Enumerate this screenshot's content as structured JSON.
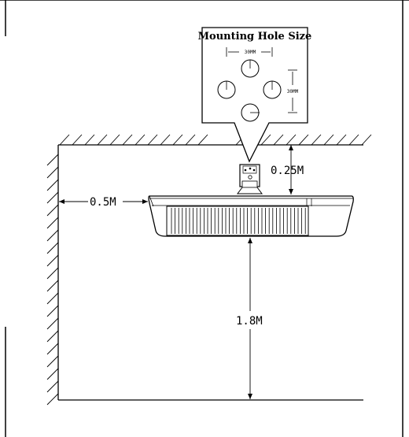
{
  "callout": {
    "title": "Mounting Hole Size",
    "horizontal_spacing": "30MM",
    "vertical_spacing": "30MM"
  },
  "dimensions": {
    "ceiling_clearance": "0.25M",
    "wall_clearance": "0.5M",
    "floor_height": "1.8M"
  },
  "colors": {
    "line": "#000000",
    "background": "#ffffff"
  }
}
